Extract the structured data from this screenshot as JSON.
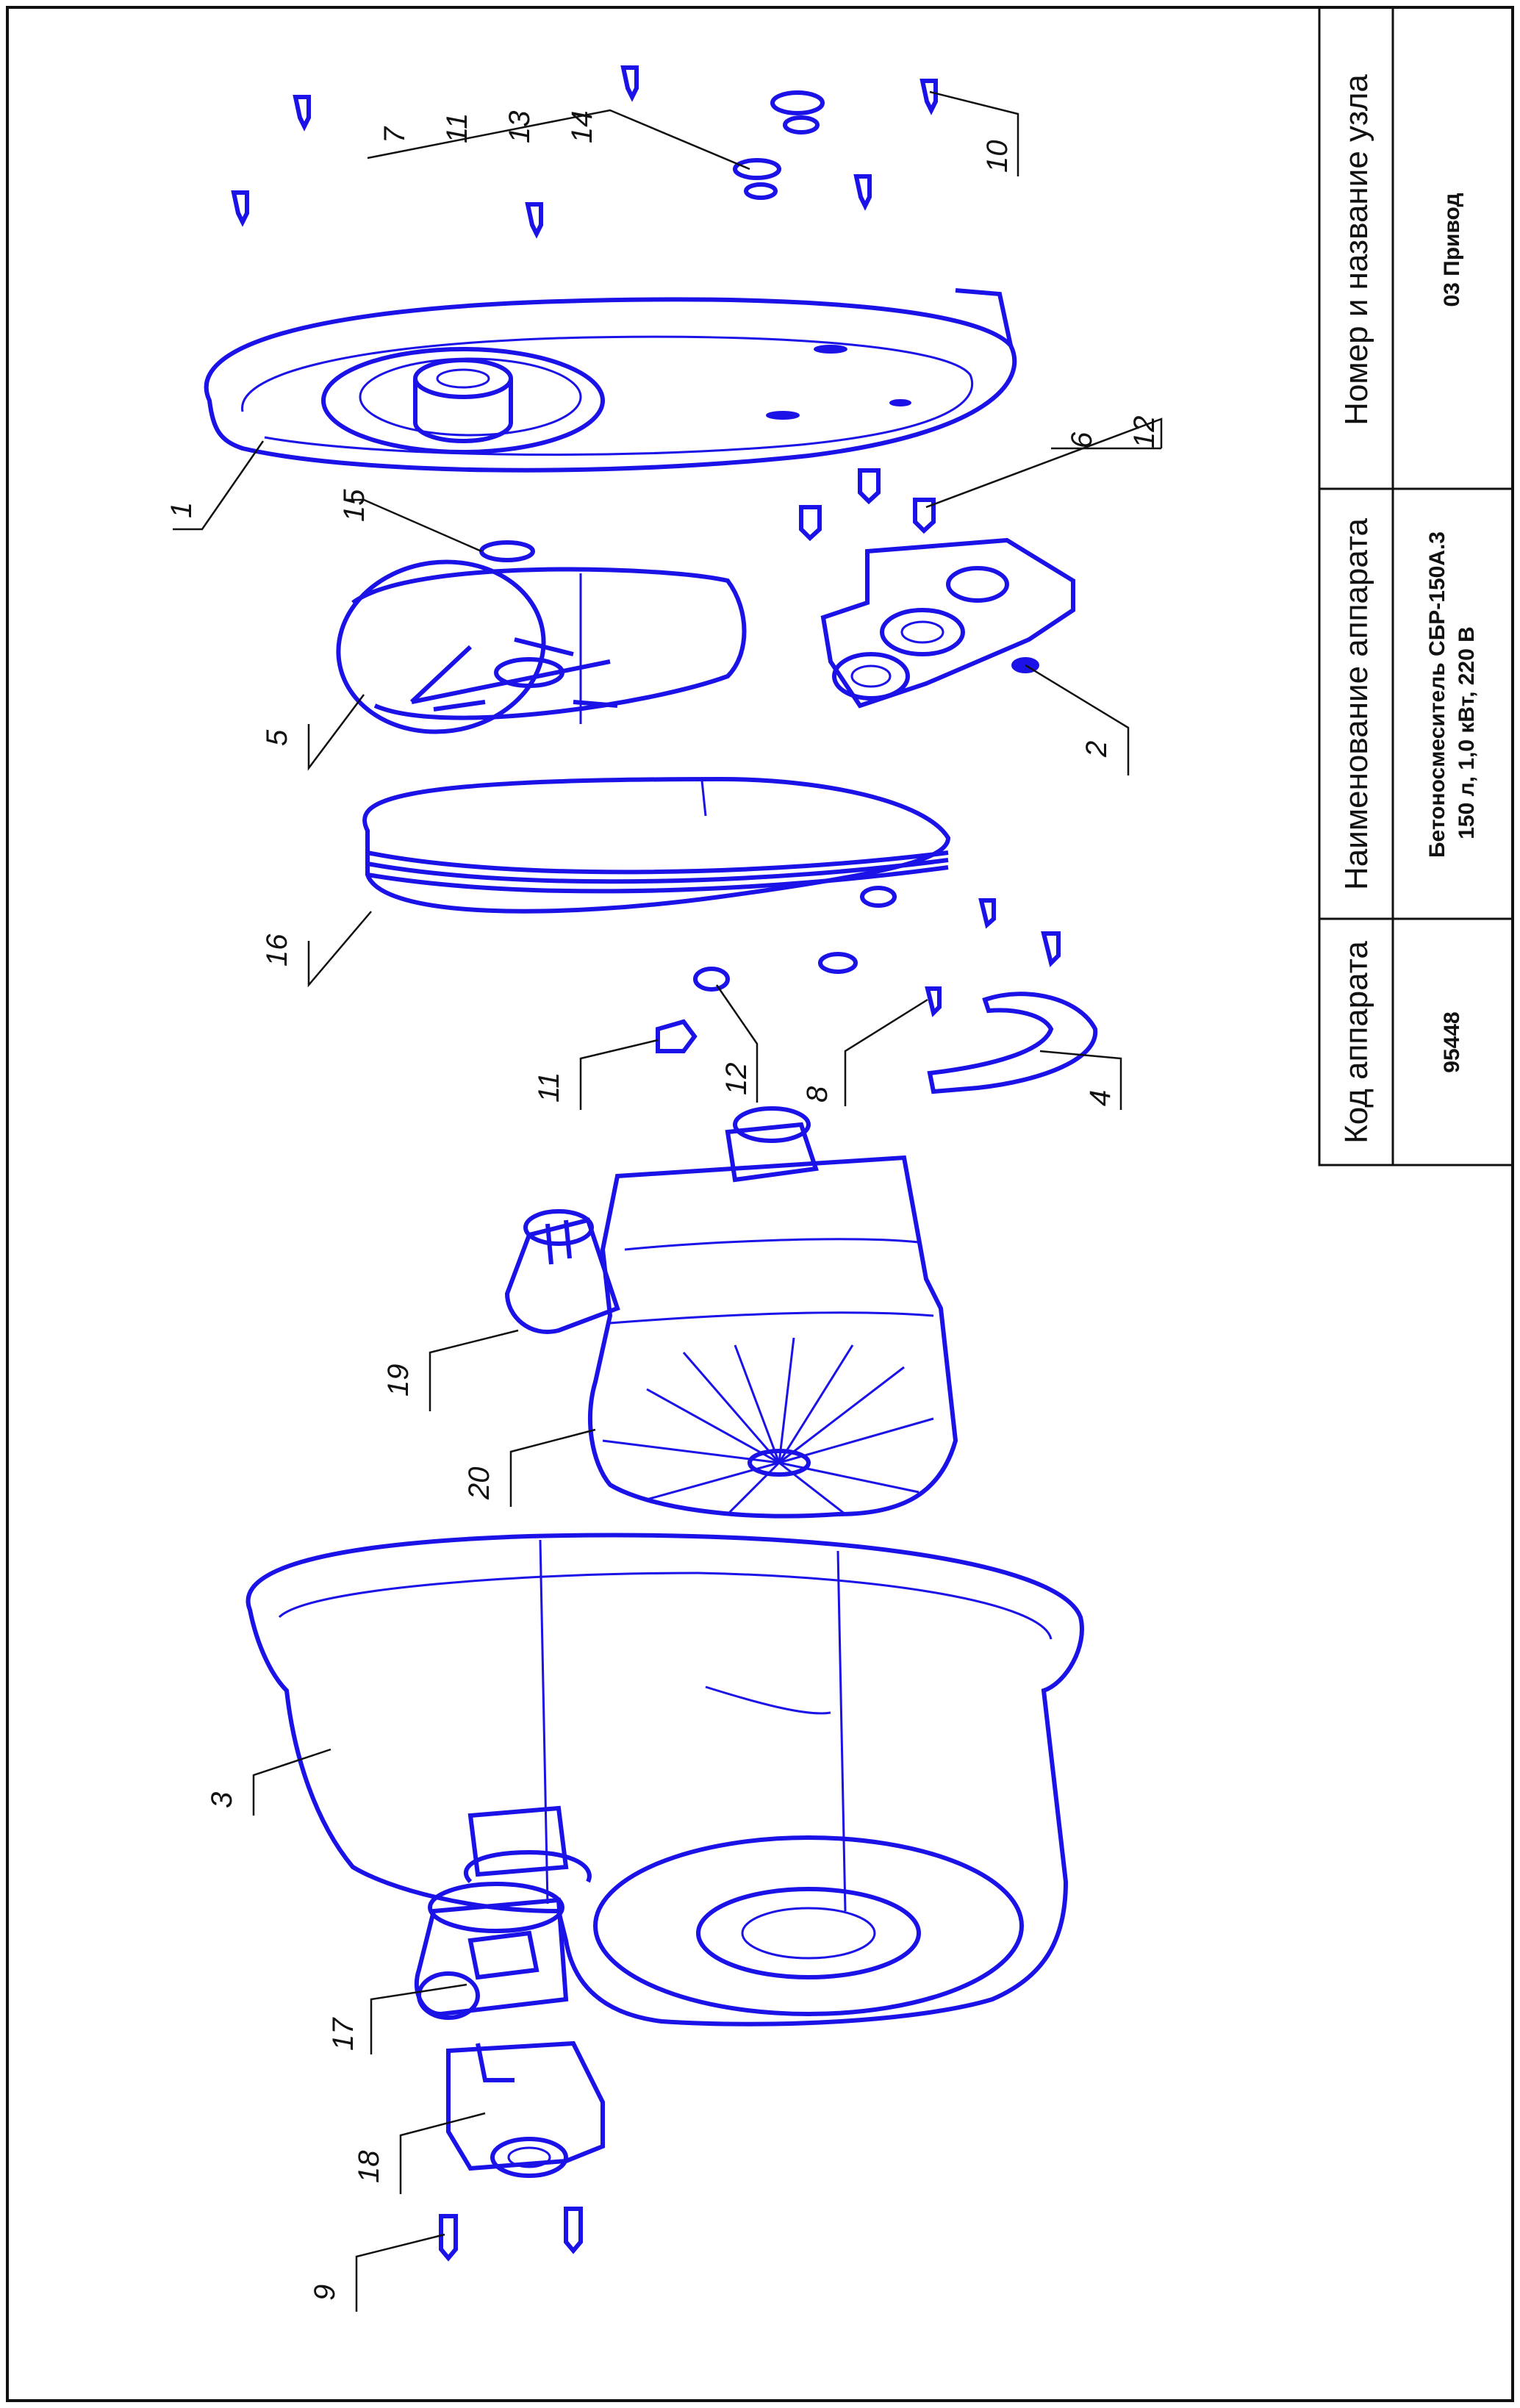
{
  "title_block": {
    "col_code_header": "Код аппарата",
    "col_name_header": "Наименование аппарата",
    "col_node_header": "Номер и название узла",
    "code_value": "95448",
    "name_value_line1": "Бетоносмеситель СБР-150А.3",
    "name_value_line2": "150 л, 1,0 кВт, 220 В",
    "node_value": "03 Привод"
  },
  "callouts": {
    "c1": "1",
    "c2": "2",
    "c3": "3",
    "c4": "4",
    "c5": "5",
    "c6": "6",
    "c7": "7",
    "c8": "8",
    "c9": "9",
    "c10": "10",
    "c11a": "11",
    "c11b": "11",
    "c12a": "12",
    "c12b": "12",
    "c13": "13",
    "c14": "14",
    "c15": "15",
    "c16": "16",
    "c17": "17",
    "c18": "18",
    "c19": "19",
    "c20": "20"
  },
  "colors": {
    "part_stroke": "#1a12e6",
    "ink": "#111111"
  }
}
